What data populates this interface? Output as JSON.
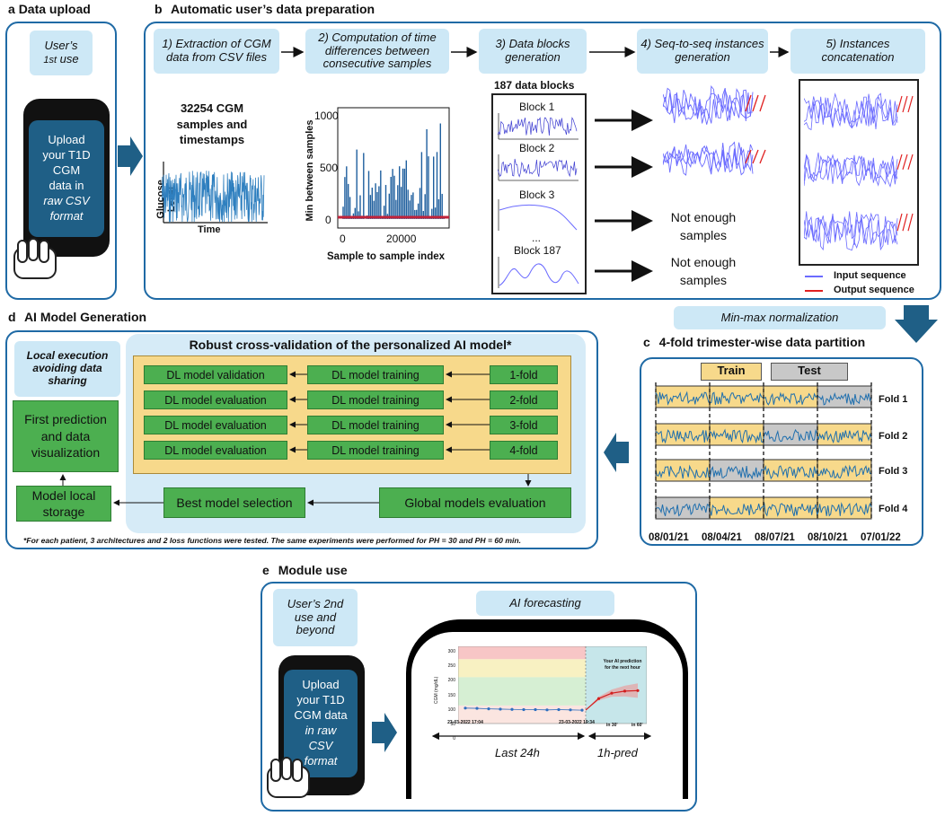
{
  "panel_a": {
    "letter": "a",
    "title": "Data upload",
    "cloud": [
      "User’s",
      "1st",
      "use"
    ],
    "phone_text": [
      "Upload",
      "your T1D",
      "CGM",
      "data in",
      "raw CSV",
      "format"
    ]
  },
  "panel_b": {
    "letter": "b",
    "title": "Automatic user’s data preparation",
    "steps": [
      "1) Extraction of CGM data from CSV files",
      "2) Computation of time differences between consecutive samples",
      "3) Data blocks generation",
      "4) Seq-to-seq instances generation",
      "5) Instances concatenation"
    ],
    "samples_caption": "32254 CGM samples and timestamps",
    "glucose_ylabel": "Glucose Level",
    "glucose_xlabel": "Time",
    "diff_ylabel": "Min between samples",
    "diff_xlabel": "Sample to sample index",
    "diff_yticks": [
      "1000",
      "500",
      "0"
    ],
    "diff_xticks": [
      "0",
      "20000"
    ],
    "blocks_caption": "187 data blocks",
    "blocks": [
      "Block 1",
      "Block 2",
      "Block 3",
      "...",
      "Block 187"
    ],
    "not_enough_1": "Not enough samples",
    "not_enough_2": "Not enough samples",
    "legend_input": "Input sequence",
    "legend_output": "Output sequence"
  },
  "minmax": "Min-max normalization",
  "panel_c": {
    "letter": "c",
    "title": "4-fold trimester-wise data partition",
    "train": "Train",
    "test": "Test",
    "folds": [
      "Fold 1",
      "Fold 2",
      "Fold 3",
      "Fold 4"
    ],
    "dates": [
      "08/01/21",
      "08/04/21",
      "08/07/21",
      "08/10/21",
      "07/01/22"
    ]
  },
  "panel_d": {
    "letter": "d",
    "title": "AI Model Generation",
    "local_cloud": "Local execution avoiding data sharing",
    "first_pred": "First prediction and data visualization",
    "local_storage": "Model local storage",
    "cv_title": "Robust cross-validation of the personalized AI model*",
    "rows": [
      {
        "left": "DL model validation",
        "mid": "DL model training",
        "fold": "1-fold"
      },
      {
        "left": "DL model evaluation",
        "mid": "DL model training",
        "fold": "2-fold"
      },
      {
        "left": "DL model evaluation",
        "mid": "DL model training",
        "fold": "3-fold"
      },
      {
        "left": "DL model evaluation",
        "mid": "DL model training",
        "fold": "4-fold"
      }
    ],
    "best": "Best model selection",
    "global": "Global models evaluation",
    "footnote": "*For each patient, 3 architectures and 2 loss functions were tested. The same experiments were performed for PH = 30 and PH = 60 min."
  },
  "panel_e": {
    "letter": "e",
    "title": "Module use",
    "cloud": [
      "User’s 2nd",
      "use and",
      "beyond"
    ],
    "phone_text": [
      "Upload",
      "your T1D",
      "CGM data",
      "in raw",
      "CSV",
      "format"
    ],
    "forecast_title": "AI forecasting",
    "chart_ylabel": "CGM (mg/dL)",
    "chart_yticks": [
      "300",
      "250",
      "200",
      "150",
      "100",
      "50",
      "0"
    ],
    "pred_note": "Your AI prediction for the next hour",
    "x_start": "23-03-2022 17:04",
    "x_end": "23-03-2022 19:34",
    "x_30": "in 30'",
    "x_60": "in 60'",
    "last24": "Last 24h",
    "pred1h": "1h-pred"
  },
  "chart_data": {
    "type": "line",
    "ylabel": "CGM (mg/dL)",
    "ylim": [
      0,
      300
    ],
    "series": [
      {
        "values": [
          60,
          59,
          57,
          56,
          55,
          54,
          54,
          53,
          54,
          53,
          52
        ]
      },
      {
        "values": [
          52,
          97,
          118,
          126,
          128
        ]
      }
    ]
  },
  "colors": {
    "panel_border": "#1f6aa5",
    "cloud": "#cde8f6",
    "box_green": "#4caf50",
    "cv_yellow": "#f7d98b",
    "arrow": "#1f5f86",
    "input_line": "#6b6bff",
    "output_line": "#e02020"
  }
}
